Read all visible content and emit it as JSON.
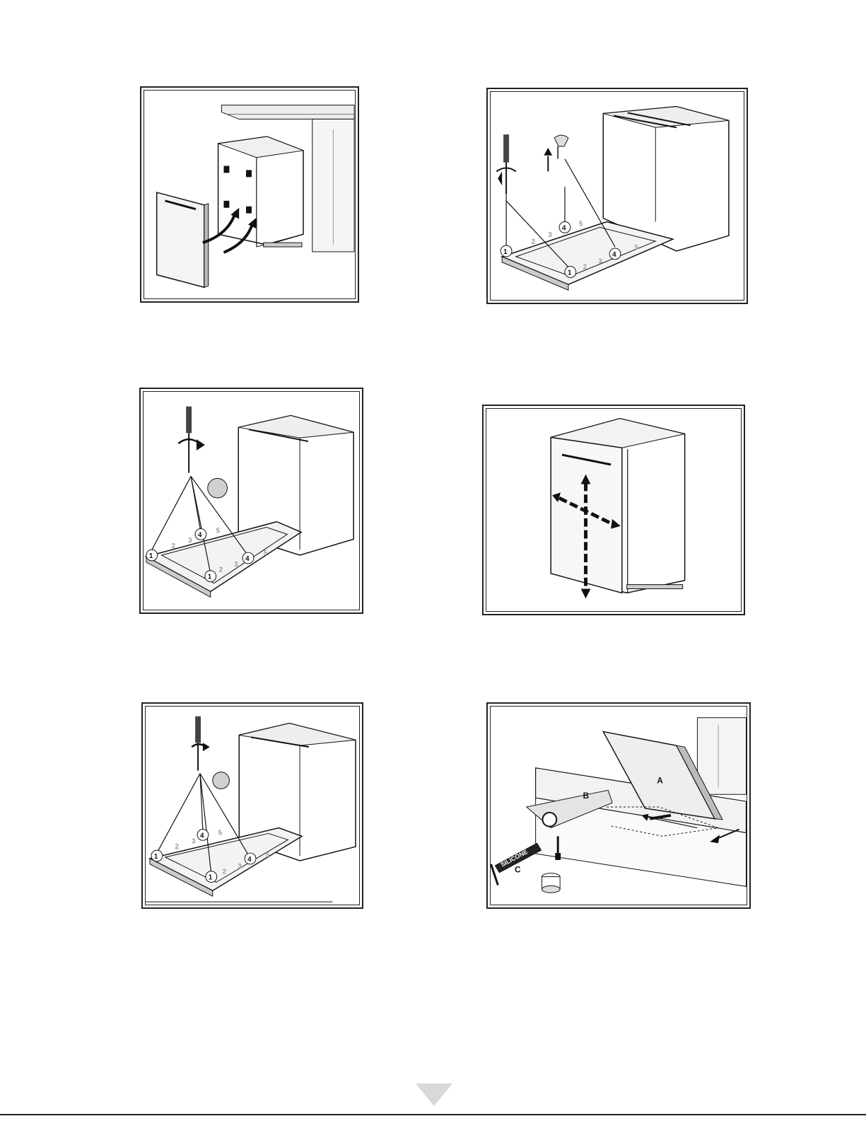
{
  "figures": {
    "fig2": {
      "screw_positions": [
        "1",
        "1",
        "4",
        "4"
      ],
      "scale_marks": [
        "2",
        "3",
        "5",
        "2",
        "3",
        "5"
      ]
    },
    "fig3": {
      "screw_positions": [
        "1",
        "1",
        "4",
        "4"
      ],
      "scale_marks": [
        "2",
        "3",
        "5",
        "2",
        "3",
        "5"
      ]
    },
    "fig5": {
      "screw_positions": [
        "1",
        "1",
        "4",
        "4"
      ],
      "scale_marks": [
        "2",
        "3",
        "5",
        "2",
        "3",
        "5"
      ]
    },
    "fig6": {
      "labels": [
        "A",
        "B",
        "C"
      ],
      "tube_text": "SILICONE"
    }
  },
  "colors": {
    "line": "#111111",
    "shade": "#d9d9d9",
    "tone": "#bdbdbd"
  },
  "icons": [
    "next-page-arrow-icon"
  ]
}
